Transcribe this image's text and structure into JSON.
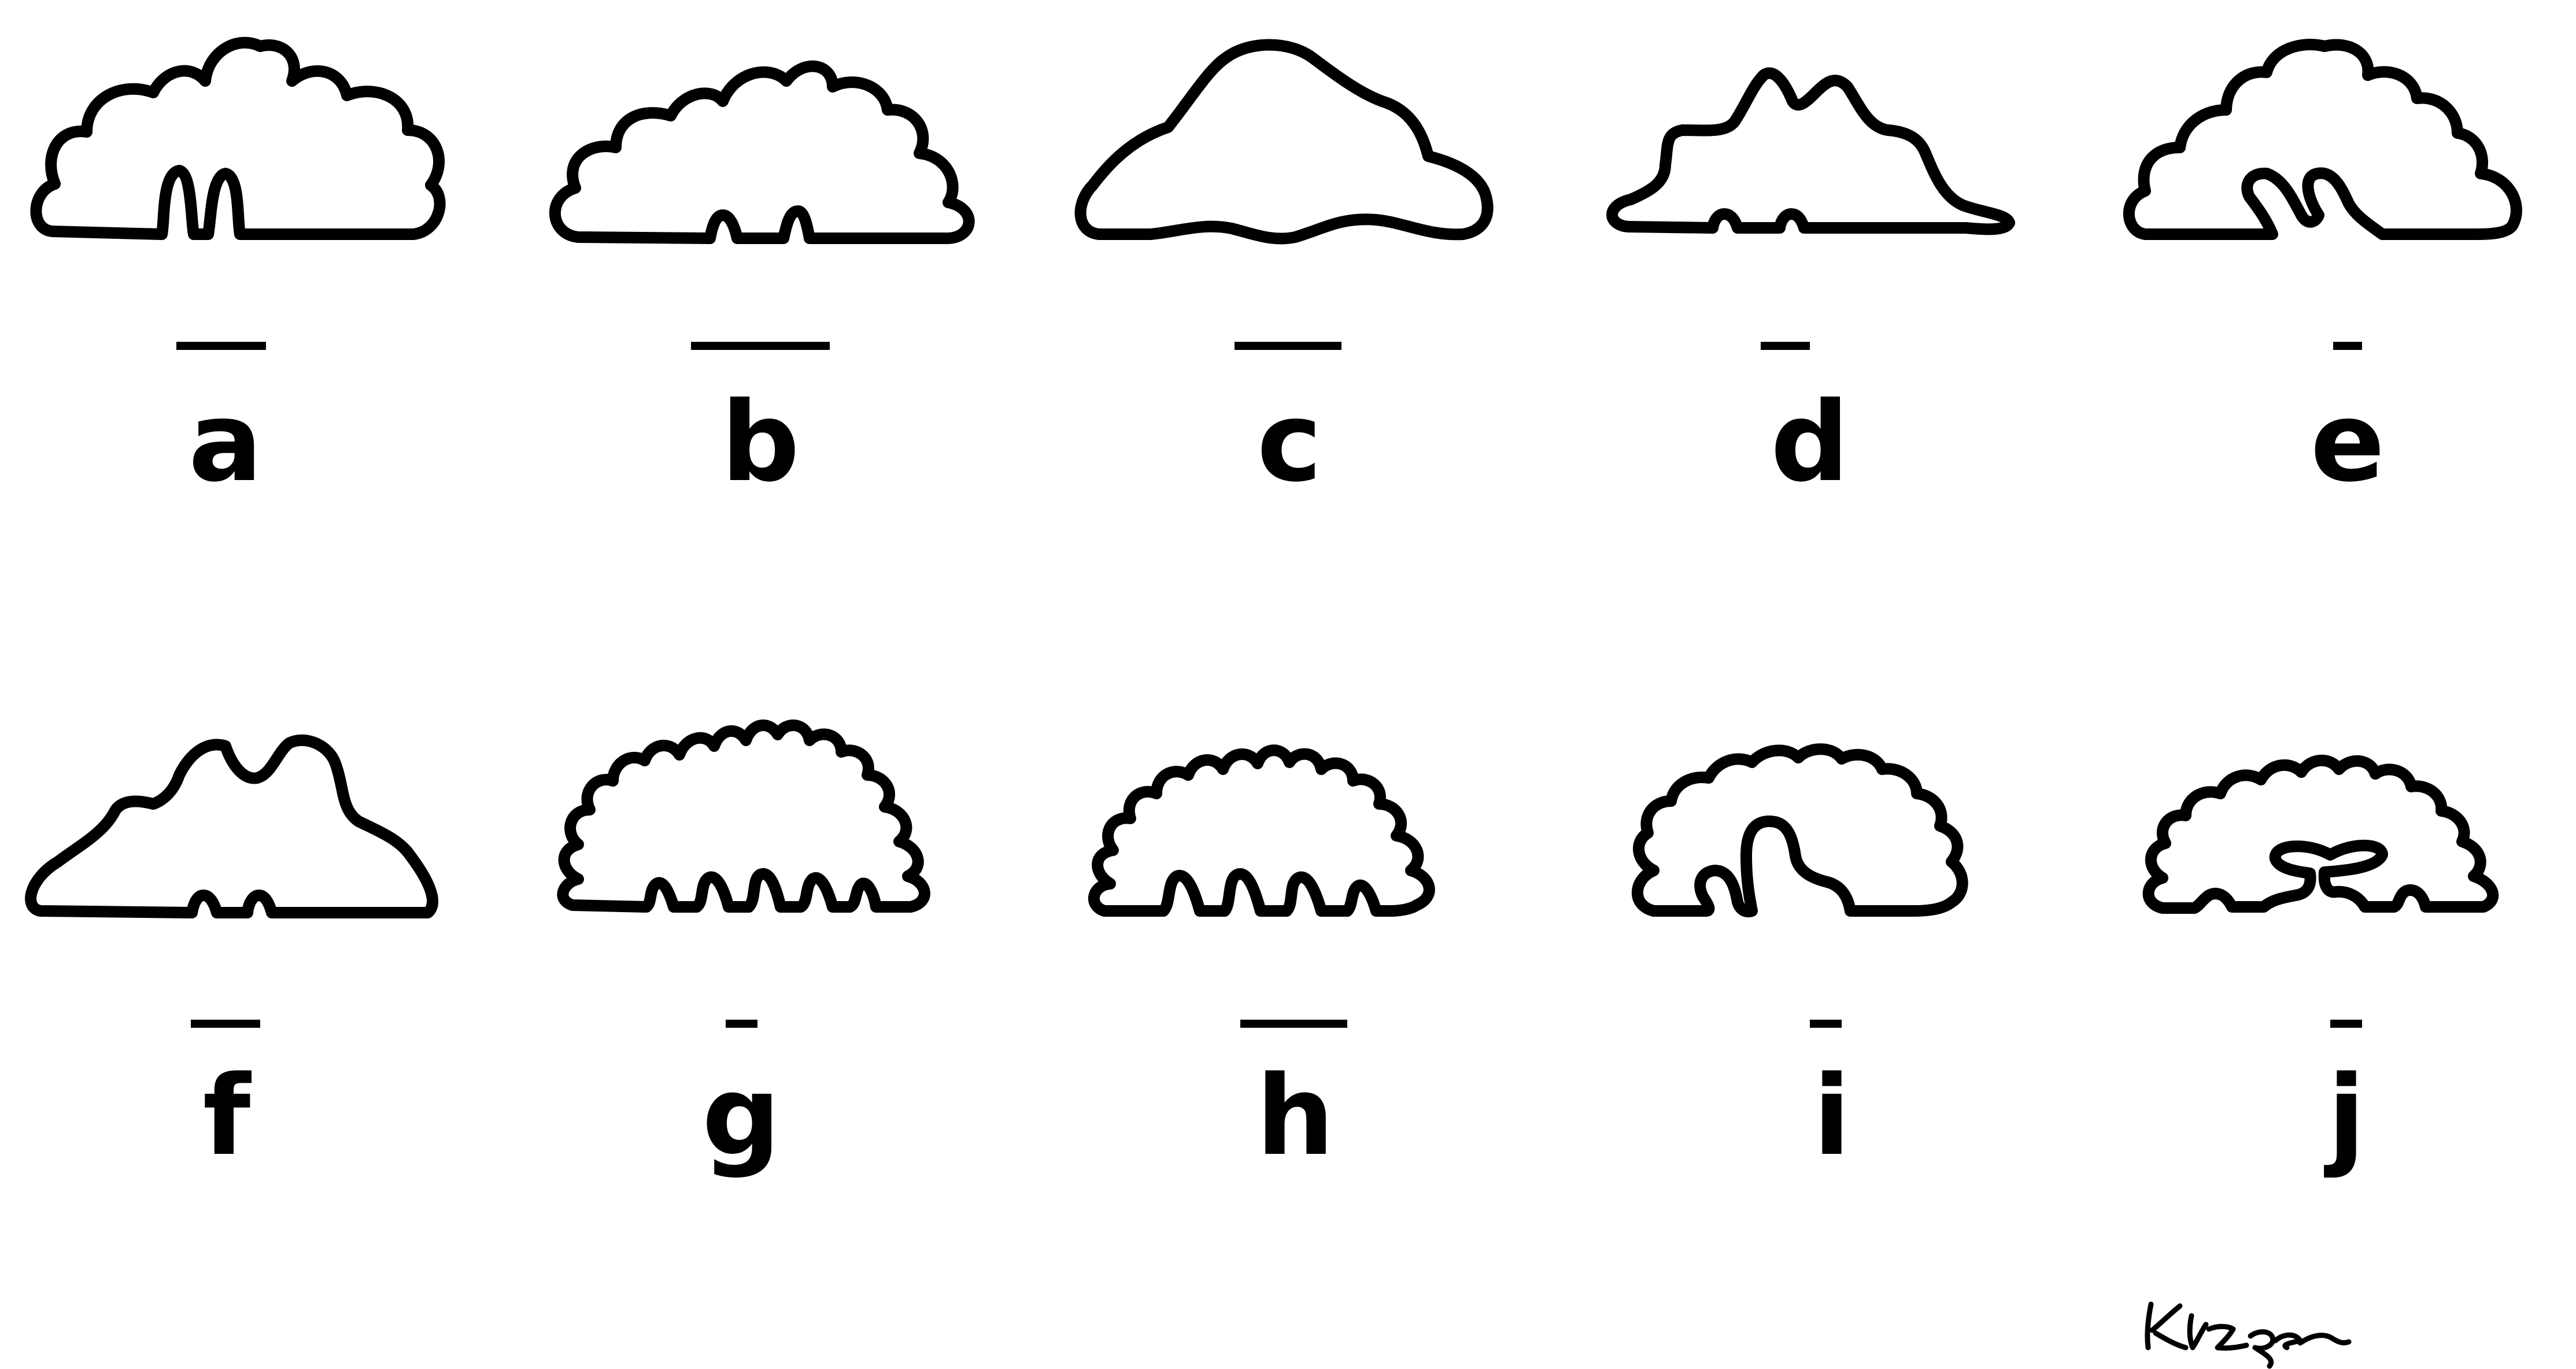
{
  "figure": {
    "panels": [
      {
        "id": "a",
        "label": "a",
        "shape": "lobed-outline-two-folds"
      },
      {
        "id": "b",
        "label": "b",
        "shape": "lobed-outline-small-notches"
      },
      {
        "id": "c",
        "label": "c",
        "shape": "smooth-dome-outline"
      },
      {
        "id": "d",
        "label": "d",
        "shape": "pointed-lobes-outline"
      },
      {
        "id": "e",
        "label": "e",
        "shape": "lobed-outline-central-fold"
      },
      {
        "id": "f",
        "label": "f",
        "shape": "wide-lobes-outline"
      },
      {
        "id": "g",
        "label": "g",
        "shape": "convoluted-outline"
      },
      {
        "id": "h",
        "label": "h",
        "shape": "convoluted-outline-folds"
      },
      {
        "id": "i",
        "label": "i",
        "shape": "fringed-dome-central-fold"
      },
      {
        "id": "j",
        "label": "j",
        "shape": "fringed-dome-mushroom-fold"
      }
    ],
    "signature": {
      "text": "Kluger"
    },
    "colors": {
      "ink": "#000000",
      "background": "#ffffff"
    }
  }
}
